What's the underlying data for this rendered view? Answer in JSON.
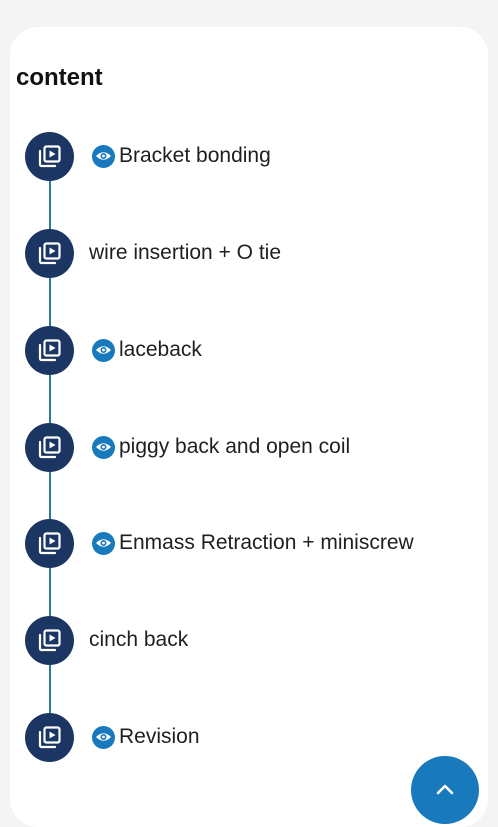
{
  "section": {
    "title": "content"
  },
  "items": [
    {
      "label": "Bracket bonding",
      "viewed": true
    },
    {
      "label": "wire insertion + O tie",
      "viewed": false
    },
    {
      "label": "laceback",
      "viewed": true
    },
    {
      "label": "piggy back and open coil",
      "viewed": true
    },
    {
      "label": "Enmass Retraction + miniscrew",
      "viewed": true
    },
    {
      "label": "cinch back",
      "viewed": false
    },
    {
      "label": "Revision",
      "viewed": true
    }
  ],
  "icons": {
    "item": "video-library-icon",
    "viewed": "eye-icon",
    "fab": "chevron-up-icon"
  },
  "colors": {
    "item_circle": "#1c3664",
    "accent": "#1879bd",
    "timeline": "#2b7a9c"
  }
}
